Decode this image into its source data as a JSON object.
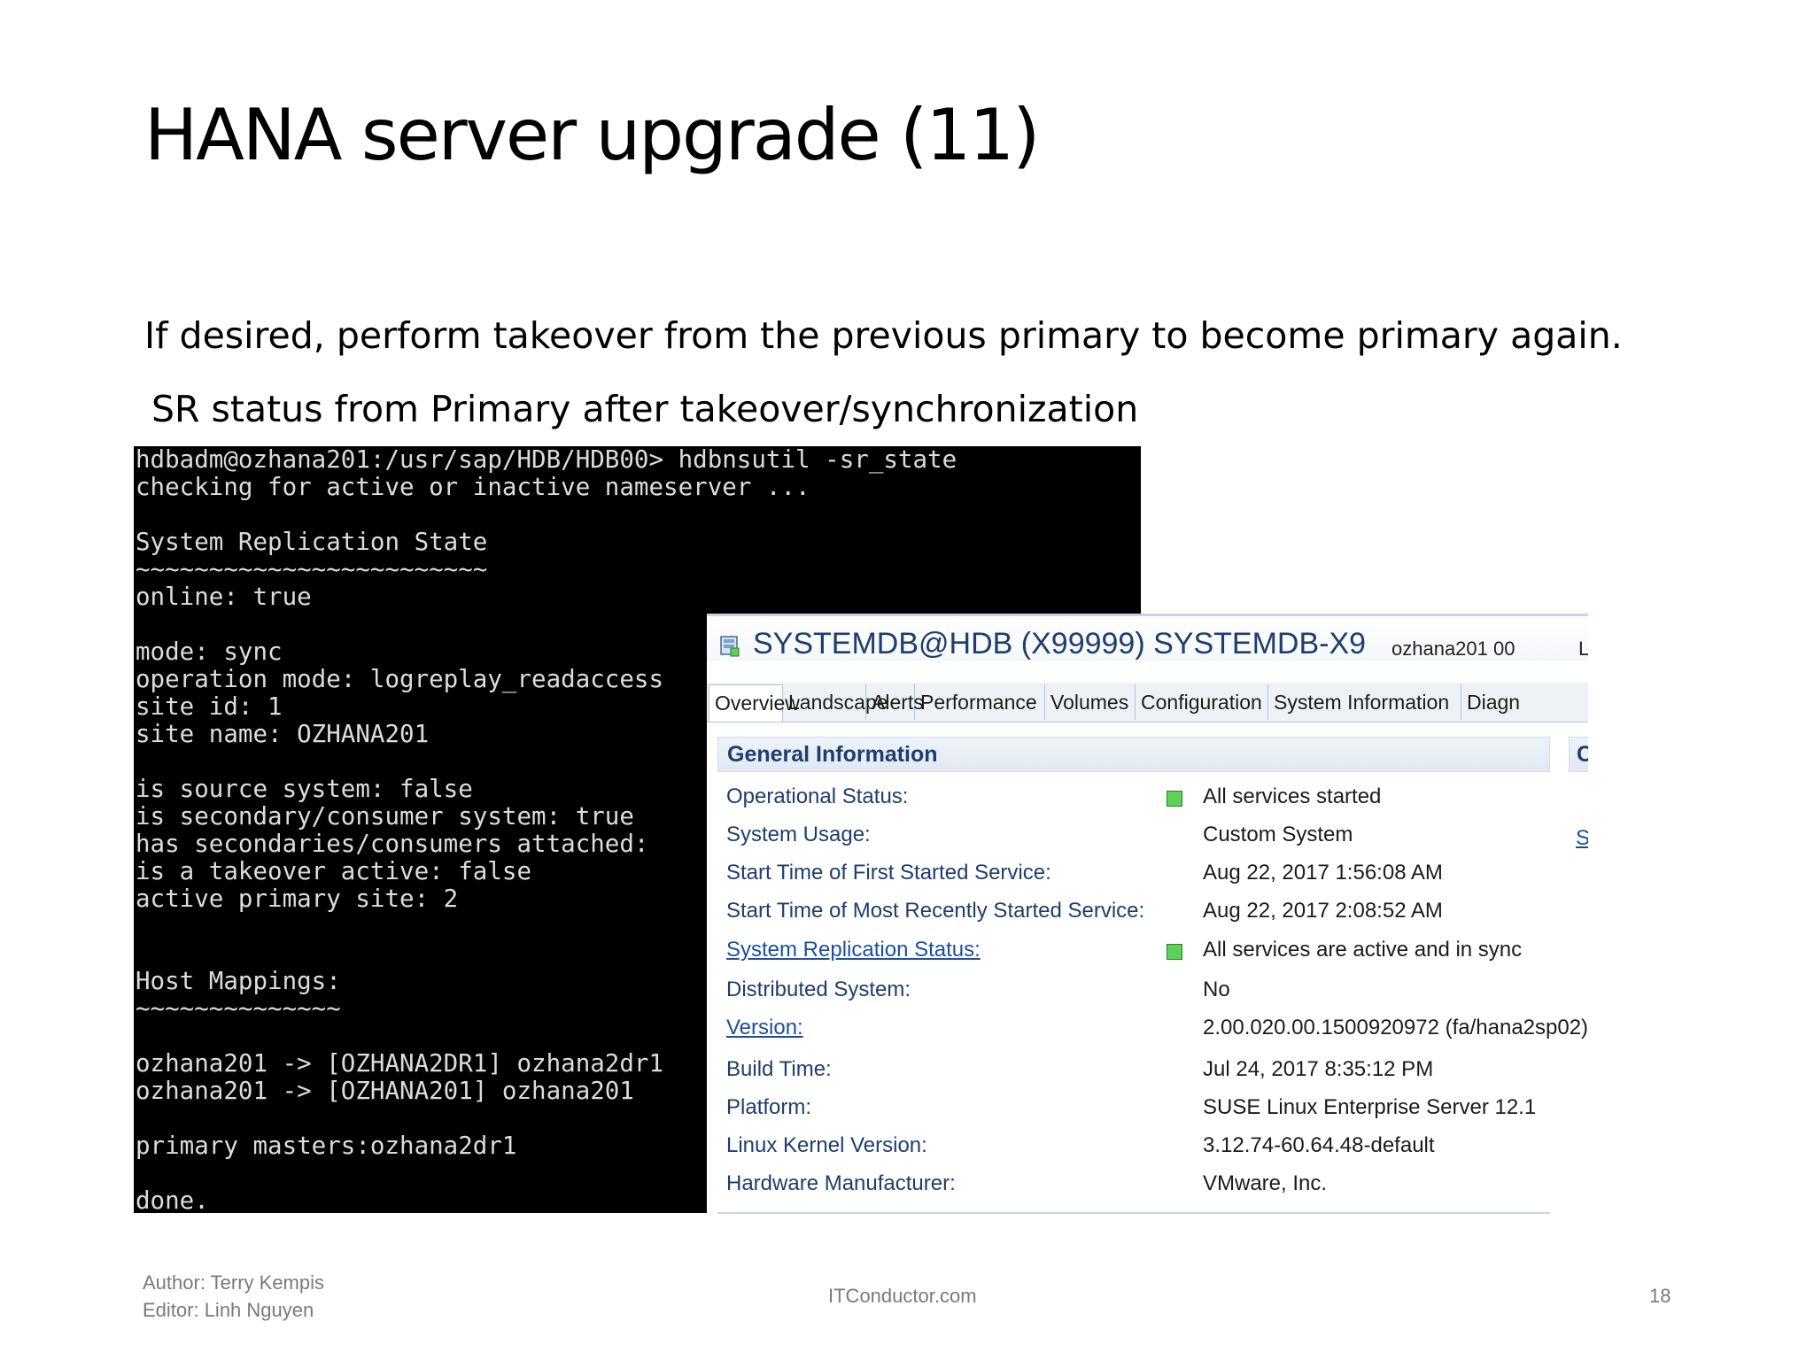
{
  "slide": {
    "title": "HANA server upgrade (11)",
    "instruction": "If desired, perform takeover from the previous primary to become primary again.",
    "subheading": "SR status from Primary after takeover/synchronization"
  },
  "terminal": {
    "lines": [
      "hdbadm@ozhana201:/usr/sap/HDB/HDB00> hdbnsutil -sr_state",
      "checking for active or inactive nameserver ...",
      "",
      "System Replication State",
      "~~~~~~~~~~~~~~~~~~~~~~~~",
      "online: true",
      "",
      "mode: sync",
      "operation mode: logreplay_readaccess",
      "site id: 1",
      "site name: OZHANA201",
      "",
      "is source system: false",
      "is secondary/consumer system: true",
      "has secondaries/consumers attached: ",
      "is a takeover active: false",
      "active primary site: 2",
      "",
      "",
      "Host Mappings:",
      "~~~~~~~~~~~~~~",
      "",
      "ozhana201 -> [OZHANA2DR1] ozhana2dr1",
      "ozhana201 -> [OZHANA201] ozhana201",
      "",
      "primary masters:ozhana2dr1",
      "",
      "done."
    ]
  },
  "studio": {
    "title": "SYSTEMDB@HDB (X99999) SYSTEMDB-X9",
    "host": "ozhana201 00",
    "truncated_right": "L",
    "tabs": [
      "Overview",
      "Landscape",
      "Alerts",
      "Performance",
      "Volumes",
      "Configuration",
      "System Information",
      "Diagn"
    ],
    "section_title": "General Information",
    "right_section_mark": "C",
    "right_link_mark": "S",
    "rows": [
      {
        "label": "Operational Status:",
        "value": "All services started",
        "status": "green"
      },
      {
        "label": "System Usage:",
        "value": "Custom System"
      },
      {
        "label": "Start Time of First Started Service:",
        "value": "Aug 22, 2017 1:56:08 AM"
      },
      {
        "label": "Start Time of Most Recently Started Service:",
        "value": "Aug 22, 2017 2:08:52 AM"
      },
      {
        "label": "System Replication Status:",
        "value": "All services are active and in sync",
        "status": "green",
        "link": true
      },
      {
        "label": "Distributed System:",
        "value": "No"
      },
      {
        "label": "Version:",
        "value": "2.00.020.00.1500920972 (fa/hana2sp02)",
        "link": true
      },
      {
        "label": "Build Time:",
        "value": "Jul 24, 2017 8:35:12 PM"
      },
      {
        "label": "Platform:",
        "value": "SUSE Linux Enterprise Server 12.1"
      },
      {
        "label": "Linux Kernel Version:",
        "value": "3.12.74-60.64.48-default"
      },
      {
        "label": "Hardware Manufacturer:",
        "value": "VMware, Inc."
      }
    ]
  },
  "footer": {
    "author": "Author: Terry Kempis",
    "editor": "Editor: Linh Nguyen",
    "site": "ITConductor.com",
    "page": "18"
  },
  "colors": {
    "terminal_bg": "#000000",
    "terminal_fg": "#dcdcdc",
    "studio_title": "#1d3e6e",
    "link": "#1b4f9e",
    "status_green": "#5fd05a"
  }
}
